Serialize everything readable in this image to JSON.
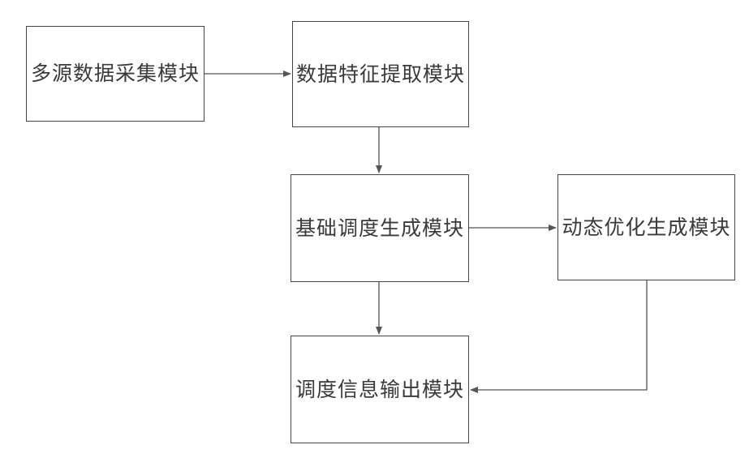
{
  "nodes": {
    "collect": {
      "label": "多源数据采集模块"
    },
    "extract": {
      "label": "数据特征提取模块"
    },
    "base": {
      "label": "基础调度生成模块"
    },
    "dynamic": {
      "label": "动态优化生成模块"
    },
    "output": {
      "label": "调度信息输出模块"
    }
  },
  "edges": [
    {
      "from": "collect",
      "to": "extract"
    },
    {
      "from": "extract",
      "to": "base"
    },
    {
      "from": "base",
      "to": "dynamic"
    },
    {
      "from": "base",
      "to": "output"
    },
    {
      "from": "dynamic",
      "to": "output"
    }
  ],
  "colors": {
    "line": "#555555",
    "border": "#444444",
    "text": "#3a3a3a"
  }
}
